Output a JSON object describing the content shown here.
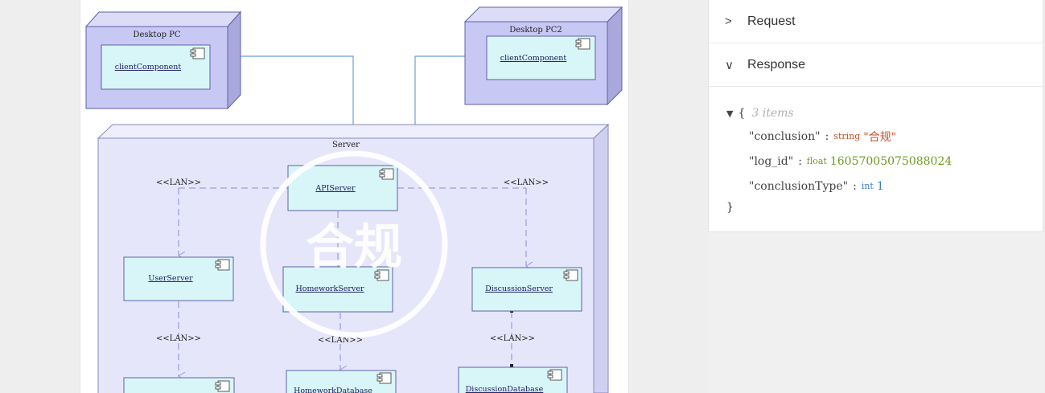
{
  "diagram": {
    "nodes": {
      "desktop_pc": "Desktop PC",
      "desktop_pc2": "Desktop PC2",
      "server": "Server"
    },
    "components": {
      "client1": "clientComponent",
      "client2": "clientComponent",
      "api_server": "APIServer",
      "user_server": "UserServer",
      "homework_server": "HomeworkServer",
      "discussion_server": "DiscussionServer",
      "homework_db": "HomeworkDatabase",
      "discussion_db": "DiscussionDatabase"
    },
    "lan_label": "<<LAN>>",
    "watermark": "合规"
  },
  "panel": {
    "request_label": "Request",
    "response_label": "Response",
    "json": {
      "open_brace": "{",
      "close_brace": "}",
      "meta": "3 items",
      "fields": [
        {
          "key": "\"conclusion\"",
          "type": "string",
          "value": "\"合规\""
        },
        {
          "key": "\"log_id\"",
          "type": "float",
          "value": "16057005075088024"
        },
        {
          "key": "\"conclusionType\"",
          "type": "int",
          "value": "1"
        }
      ]
    }
  },
  "colors": {
    "node_fill": "#c8c8f4",
    "component_fill": "#d8f6f8",
    "server_fill": "#e6e6fa",
    "string": "#c7512b",
    "float": "#6e9a1f",
    "int": "#3c7dc5"
  }
}
